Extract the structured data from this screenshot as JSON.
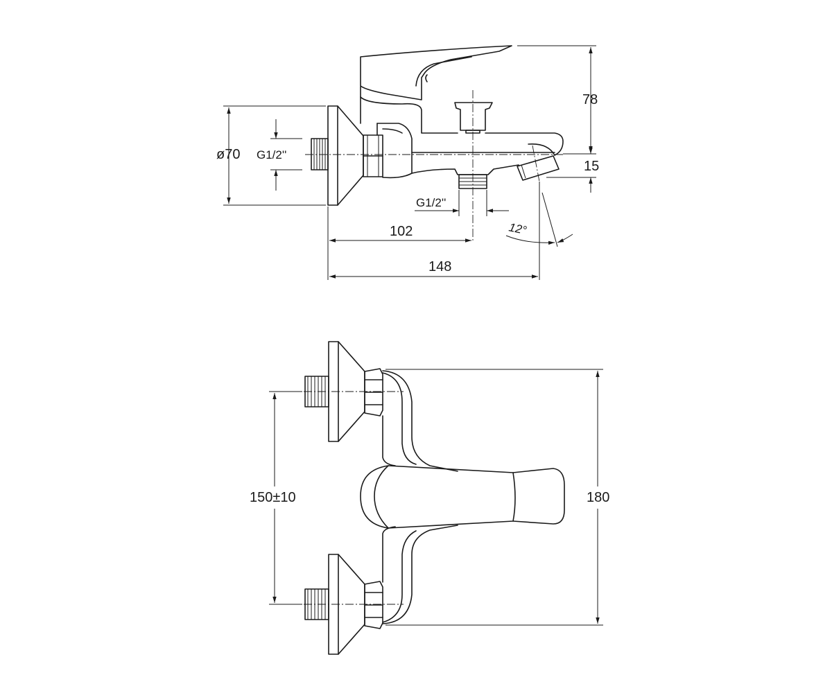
{
  "side_view": {
    "dim_height_top": "78",
    "dim_diameter": "ø70",
    "dim_thread_inlet": "G1/2''",
    "dim_spout_drop": "15",
    "dim_thread_outlet": "G1/2''",
    "dim_angle": "12°",
    "dim_length_outlet": "102",
    "dim_length_total": "148"
  },
  "front_view": {
    "dim_center_distance": "150±10",
    "dim_height_total": "180"
  },
  "colors": {
    "line": "#1a1a1a",
    "background": "#ffffff"
  }
}
